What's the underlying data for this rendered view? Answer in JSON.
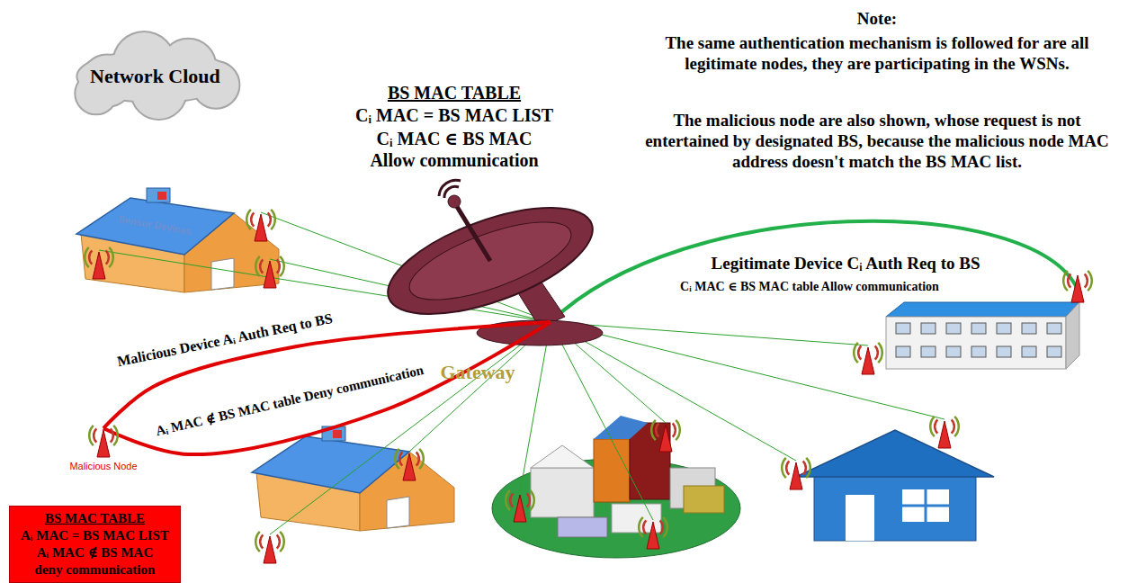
{
  "diagram": {
    "nodes": [
      {
        "text": [
          "Network Cloud"
        ]
      },
      {
        "text": [
          "Gateway"
        ]
      },
      {
        "text": [
          "Malicious Node"
        ]
      },
      {
        "text": [
          "BS MAC TABLE",
          "Aᵢ MAC = BS MAC LIST",
          "Aᵢ MAC ∉ BS MAC",
          "deny communication"
        ]
      }
    ],
    "edges": [
      {
        "from": 2,
        "to": 1,
        "label": "Malicious Device Aᵢ Auth Req to BS",
        "arrow": "none"
      },
      {
        "from": 1,
        "to": 2,
        "label": "Aᵢ MAC ∉ BS MAC table Deny communication",
        "arrow": "none"
      }
    ],
    "labels": [
      "BS MAC TABLE",
      "Cᵢ MAC = BS MAC LIST",
      "Cᵢ MAC ∈ BS MAC",
      "Allow communication",
      "Note:",
      "The same authentication mechanism is followed for are all legitimate nodes, they are participating in the WSNs.",
      "The malicious node are also shown, whose request is not entertained by designated BS, because the malicious node MAC address doesn't match the BS MAC list.",
      "Legitimate Device Cᵢ Auth Req to BS",
      "Cᵢ MAC ∈ BS MAC table Allow communication",
      "Sensor Devices"
    ]
  }
}
